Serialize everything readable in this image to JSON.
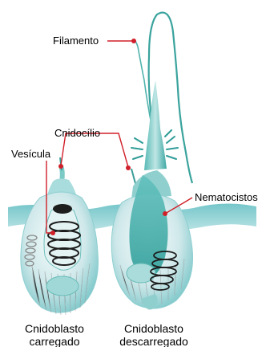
{
  "labels": {
    "filamento": "Filamento",
    "cnidocilio": "Cnidocílio",
    "vesicula": "Vesícula",
    "nematocistos": "Nematocistos"
  },
  "captions": {
    "left_line1": "Cnidoblasto",
    "left_line2": "carregado",
    "right_line1": "Cnidoblasto",
    "right_line2": "descarregado"
  },
  "colors": {
    "leader": "#d0202a",
    "cell_fill": "#cfe8ea",
    "cell_accent": "#2aa7a3",
    "tissue": "#6cc2c6"
  }
}
